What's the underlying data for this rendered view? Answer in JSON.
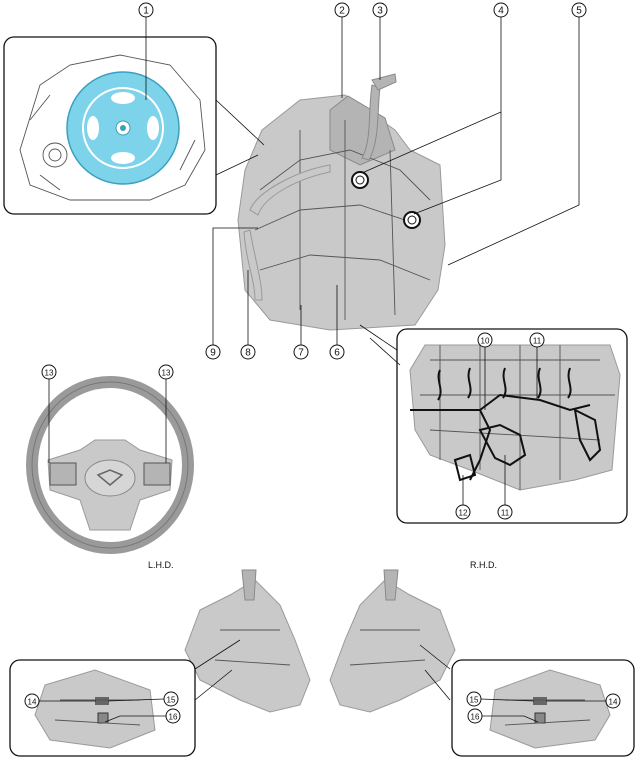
{
  "labels": {
    "lhd": "L.H.D.",
    "rhd": "R.H.D."
  },
  "callouts": {
    "c1": "1",
    "c2": "2",
    "c3": "3",
    "c4": "4",
    "c5": "5",
    "c6": "6",
    "c7": "7",
    "c8": "8",
    "c9": "9",
    "c10": "10",
    "c11a": "11",
    "c11b": "11",
    "c12": "12",
    "c13a": "13",
    "c13b": "13",
    "c14a": "14",
    "c15a": "15",
    "c16a": "16",
    "c14b": "14",
    "c15b": "15",
    "c16b": "16"
  },
  "colors": {
    "highlight": "#7dd3ea",
    "part": "#c9c9c9",
    "line": "#111111"
  }
}
